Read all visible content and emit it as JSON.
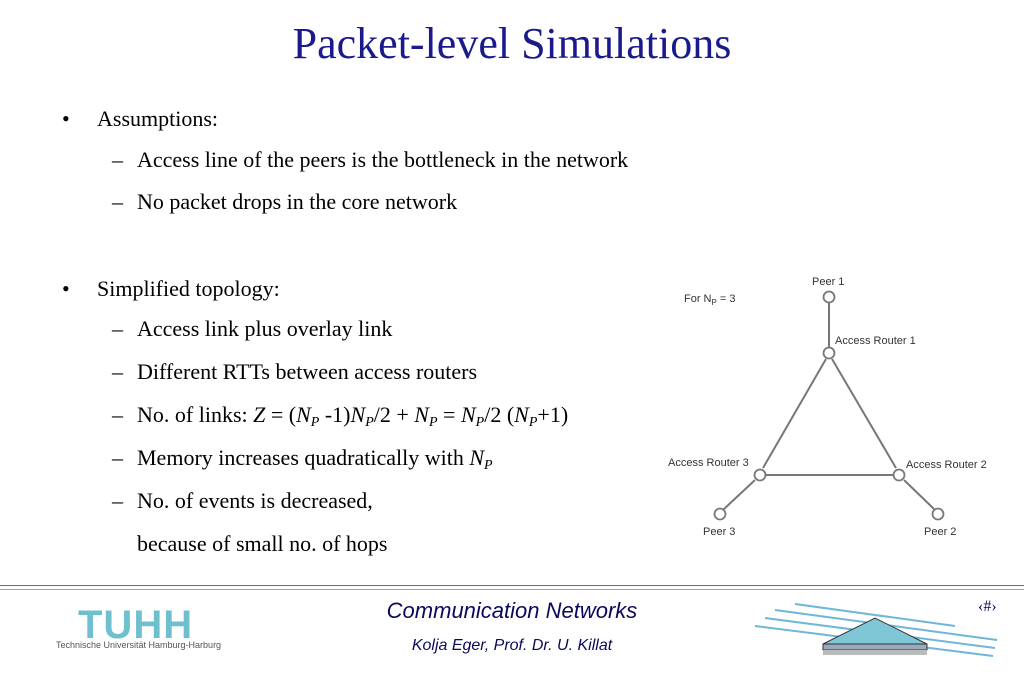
{
  "slide": {
    "title": "Packet-level Simulations",
    "bullet_glyph": "•",
    "dash_glyph": "–",
    "assumptions_label": "Assumptions:",
    "assumptions": [
      "Access line of the peers is the bottleneck in the network",
      "No packet drops in the core network"
    ],
    "topology_label": "Simplified topology:",
    "topology_items": [
      "Access link plus overlay link",
      "Different RTTs between access routers"
    ],
    "links_formula": {
      "prefix": "No. of links: ",
      "Z": "Z",
      "eq1": " = (",
      "N1": "N",
      "P1": "P",
      "t1": " -1)",
      "N2": "N",
      "P2": "P",
      "t2": "/2 + ",
      "N3": "N",
      "P3": "P",
      "eq2": " = ",
      "N4": "N",
      "P4": "P",
      "t3": "/2 (",
      "N5": "N",
      "P5": "P",
      "t4": "+1)"
    },
    "memory": {
      "text": "Memory increases quadratically with ",
      "N": "N",
      "P": "P"
    },
    "events_line1": "No. of events is decreased,",
    "events_line2": "because of small no. of hops"
  },
  "diagram": {
    "np_label_prefix": "For N",
    "np_label_sub": "P",
    "np_label_suffix": " = 3",
    "peer1": "Peer 1",
    "peer2": "Peer 2",
    "peer3": "Peer 3",
    "router1": "Access Router 1",
    "router2": "Access Router 2",
    "router3": "Access Router 3"
  },
  "footer": {
    "logo_text": "TUHH",
    "logo_subtext": "Technische Universität Hamburg-Harburg",
    "title": "Communication Networks",
    "authors": "Kolja Eger, Prof. Dr. U. Killat",
    "page_number": "‹#›",
    "logo_color": "#6fc0cf",
    "title_color": "#0a0a5c",
    "rule_color": "#c44444"
  }
}
